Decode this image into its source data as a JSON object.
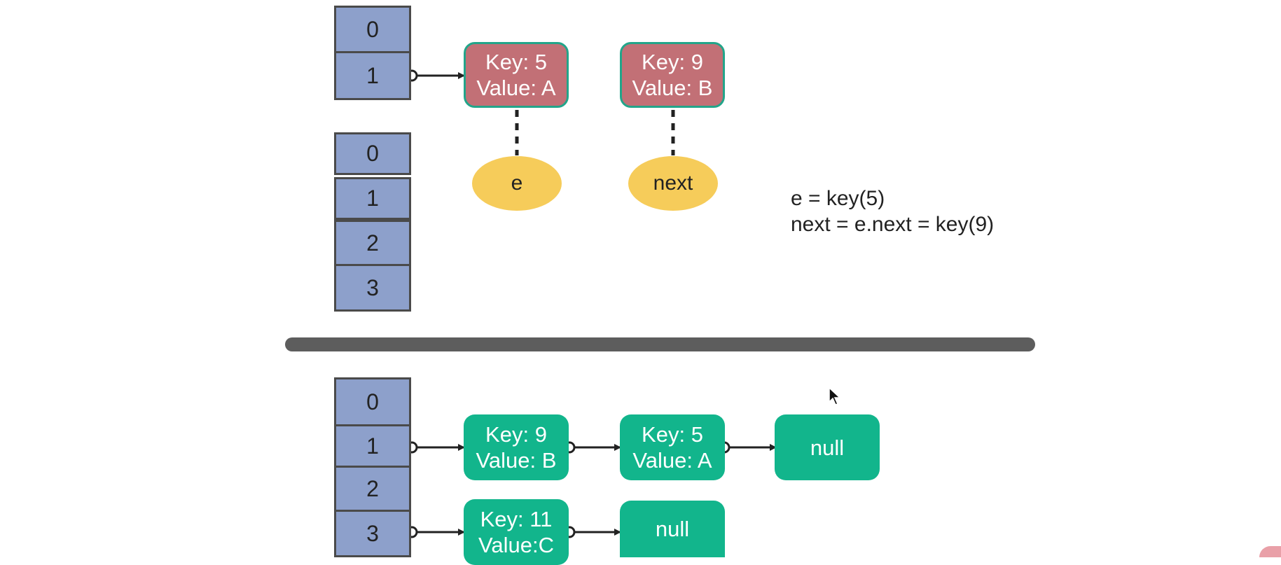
{
  "top": {
    "array_a": [
      "0",
      "1"
    ],
    "array_b": [
      "0",
      "1",
      "2",
      "3"
    ],
    "nodes": [
      {
        "key": "Key: 5",
        "value": "Value: A"
      },
      {
        "key": "Key: 9",
        "value": "Value: B"
      }
    ],
    "pointers": [
      "e",
      "next"
    ],
    "notes": [
      "e = key(5)",
      "next = e.next = key(9)"
    ]
  },
  "bottom": {
    "array": [
      "0",
      "1",
      "2",
      "3"
    ],
    "bucket_1": [
      {
        "key": "Key: 9",
        "value": "Value: B"
      },
      {
        "key": "Key: 5",
        "value": "Value: A"
      }
    ],
    "bucket_1_end": "null",
    "bucket_3": [
      {
        "key": "Key: 11",
        "value": "Value:C"
      }
    ],
    "bucket_3_end": "null"
  },
  "colors": {
    "array_cell": "#8da0cb",
    "old_node": "#c27076",
    "new_node": "#12b58c",
    "pointer_oval": "#f6cc5a",
    "divider": "#5d5d5d"
  }
}
